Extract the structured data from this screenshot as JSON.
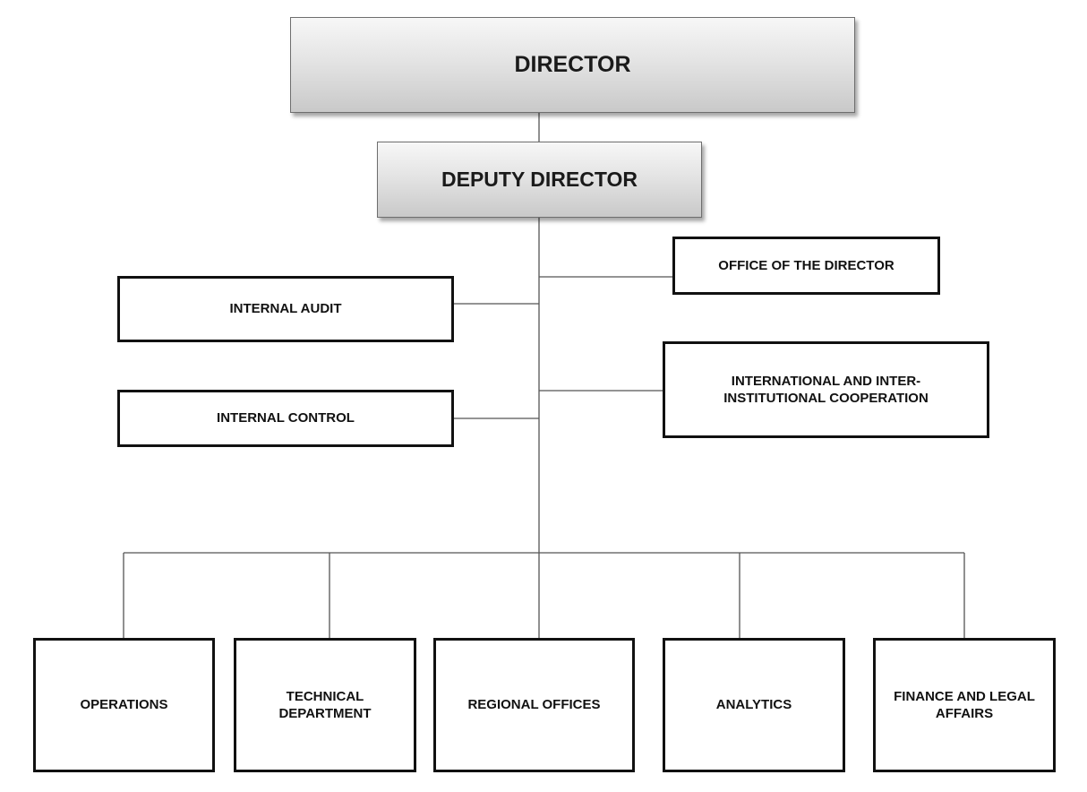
{
  "org_chart": {
    "executives": {
      "director": "DIRECTOR",
      "deputy_director": "DEPUTY DIRECTOR"
    },
    "staff_units": {
      "office_of_the_director": "OFFICE OF THE DIRECTOR",
      "internal_audit": "INTERNAL AUDIT",
      "international_cooperation": "INTERNATIONAL AND INTER-INSTITUTIONAL COOPERATION",
      "internal_control": "INTERNAL CONTROL"
    },
    "departments": {
      "operations": "OPERATIONS",
      "technical_department": "TECHNICAL DEPARTMENT",
      "regional_offices": "REGIONAL OFFICES",
      "analytics": "ANALYTICS",
      "finance_and_legal_affairs": "FINANCE AND LEGAL AFFAIRS"
    }
  }
}
